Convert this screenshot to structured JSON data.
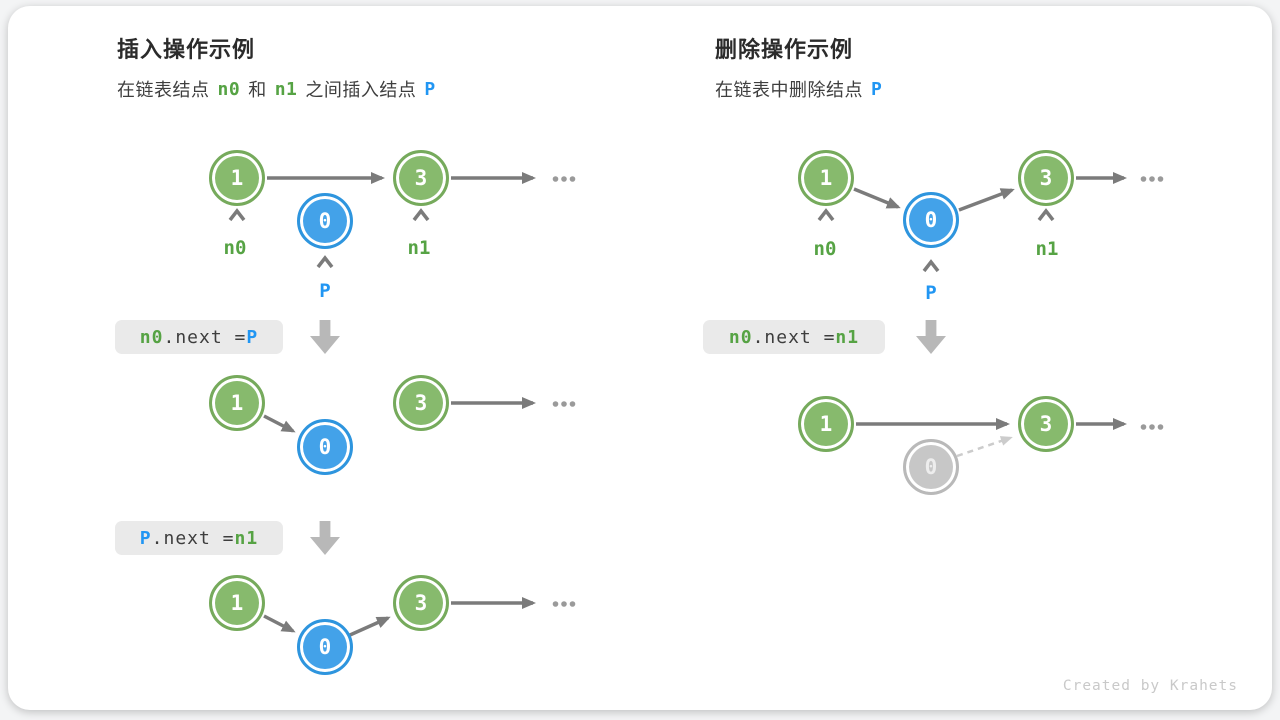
{
  "colors": {
    "node_green_fill": "#87ba6d",
    "node_green_border": "#76aa5c",
    "node_blue_fill": "#43a2e9",
    "node_blue_border": "#2e95de",
    "node_gray_fill": "#c7c7c7",
    "text_green": "#56a344",
    "text_blue": "#2196f3",
    "arrow_gray": "#7b7b7b",
    "arrow_light_dashed": "#cccccc",
    "code_box_bg": "#eaeaea",
    "block_arrow": "#b8b8b8"
  },
  "insert_panel": {
    "title": "插入操作示例",
    "subtitle_prefix": "在链表结点",
    "subtitle_n0": "n0",
    "subtitle_and": "和",
    "subtitle_n1": "n1",
    "subtitle_mid": "之间插入结点",
    "subtitle_p": "P",
    "label_n0": "n0",
    "label_n1": "n1",
    "label_p": "P",
    "code1": {
      "lhs": "n0",
      "op": ".next = ",
      "rhs": "P"
    },
    "code2": {
      "lhs": "P",
      "op": ".next = ",
      "rhs": "n1"
    }
  },
  "delete_panel": {
    "title": "删除操作示例",
    "subtitle_prefix": "在链表中删除结点",
    "subtitle_p": "P",
    "label_n0": "n0",
    "label_n1": "n1",
    "label_p": "P",
    "code1": {
      "lhs": "n0",
      "op": ".next = ",
      "rhs": "n1"
    }
  },
  "node_values": {
    "one": "1",
    "zero": "0",
    "three": "3"
  },
  "ellipsis": "...",
  "footer": "Created by Krahets"
}
